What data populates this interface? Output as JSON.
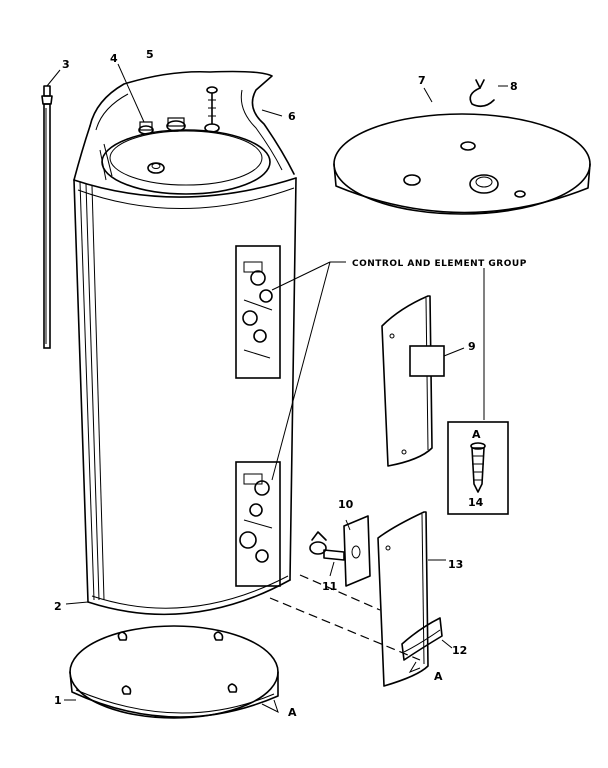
{
  "group_label": "CONTROL AND ELEMENT GROUP",
  "callouts": {
    "p1": "1",
    "p2": "2",
    "p3": "3",
    "p4": "4",
    "p5": "5",
    "p6": "6",
    "p7": "7",
    "p8": "8",
    "p9": "9",
    "p10": "10",
    "p11": "11",
    "p12": "12",
    "p13": "13",
    "p14": "14",
    "pA1": "A",
    "pA2": "A",
    "pA3": "A"
  },
  "colors": {
    "ink": "#000000",
    "paper": "#ffffff"
  }
}
